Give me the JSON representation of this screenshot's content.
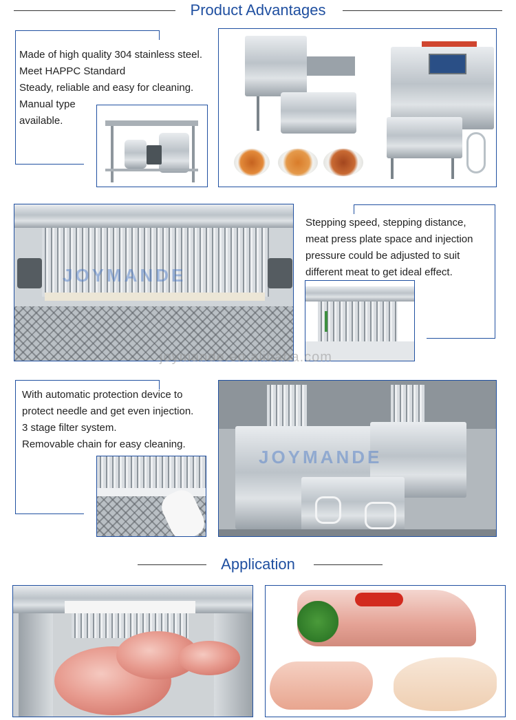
{
  "headings": {
    "advantages": "Product Advantages",
    "application": "Application"
  },
  "features": {
    "material": [
      "Made of high quality 304 stainless steel.",
      "Meet HAPPC Standard",
      "Steady, reliable and easy for cleaning.",
      "Manual type",
      "available."
    ],
    "adjust": [
      "Stepping speed, stepping distance,",
      "meat press plate space and injection",
      "pressure could be adjusted to suit",
      "different meat to get ideal effect."
    ],
    "protection": [
      "With automatic protection device to",
      "protect needle and get even injection.",
      "3 stage filter system.",
      "Removable chain for easy cleaning."
    ]
  },
  "watermarks": {
    "brand": "JOYMANDE",
    "site": "joymande.en.alibaba.com"
  },
  "colors": {
    "accent": "#1f4fa0",
    "line": "#333333"
  }
}
